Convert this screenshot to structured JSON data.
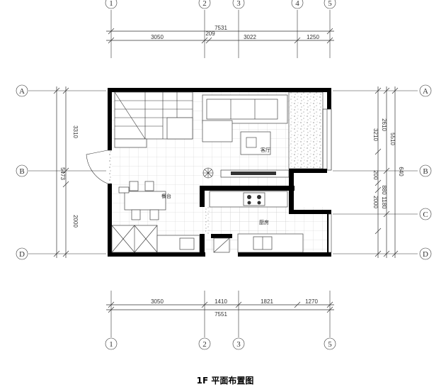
{
  "drawing": {
    "title": "1F  平面布置图",
    "top_axes": [
      "1",
      "2",
      "3",
      "4",
      "5"
    ],
    "top_total": "7531",
    "top_dims": [
      "3050",
      "209",
      "3022",
      "1250"
    ],
    "bottom_axes": [
      "1",
      "2",
      "3",
      "5"
    ],
    "bottom_total": "7551",
    "bottom_dims": [
      "3050",
      "1410",
      "1821",
      "1270"
    ],
    "left_axes": [
      "A",
      "B",
      "D"
    ],
    "left_dims": [
      "3310",
      "5473",
      "2000"
    ],
    "right_axes": [
      "A",
      "B",
      "C",
      "D"
    ],
    "right_dims": [
      "3210",
      "2610",
      "5510",
      "640",
      "200",
      "880",
      "2000",
      "1180"
    ],
    "rooms": {
      "living": "客厅",
      "dining": "餐台",
      "kitchen": "厨房"
    }
  }
}
